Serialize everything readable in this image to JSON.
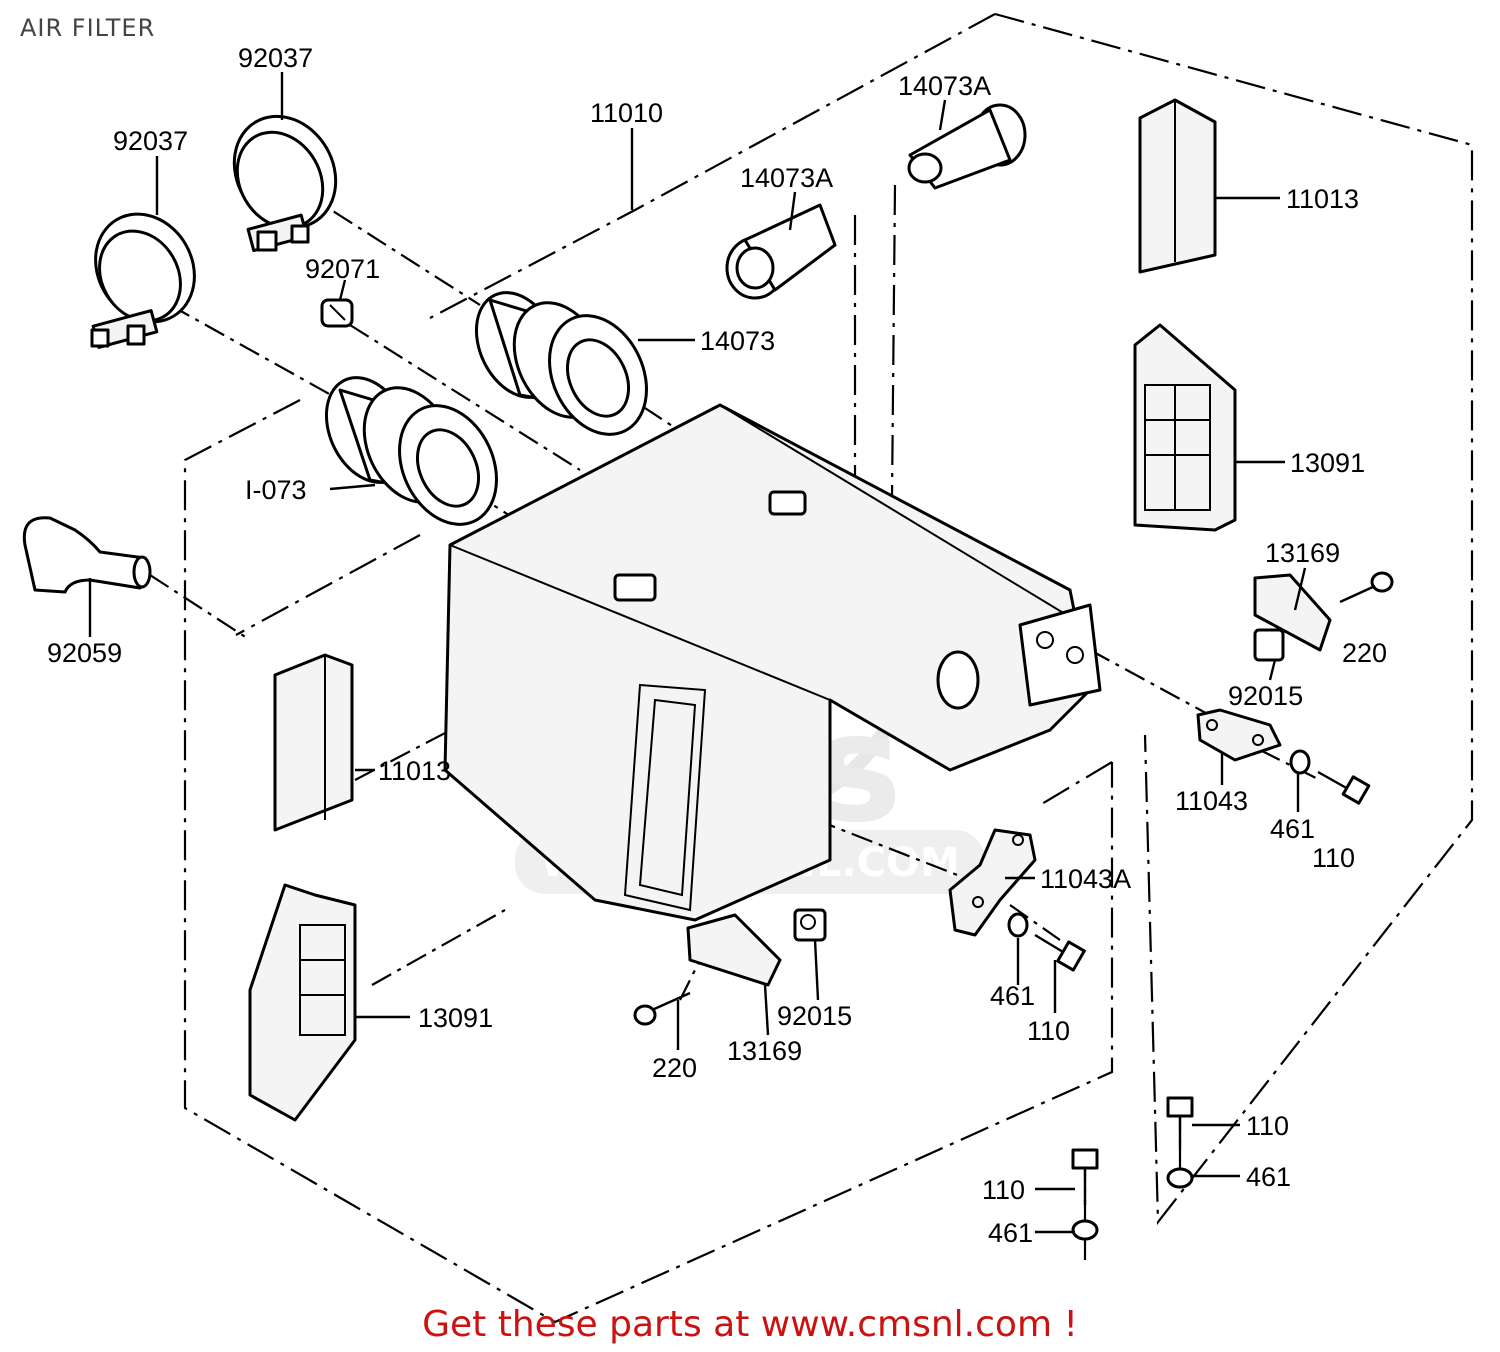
{
  "page": {
    "title": "AIR FILTER",
    "footer": "Get these parts at www.cmsnl.com !"
  },
  "watermark": {
    "text": "WWW.CMSNL.COM",
    "logo_text": "cms"
  },
  "callouts": [
    {
      "id": "c1",
      "label": "92037"
    },
    {
      "id": "c2",
      "label": "92037"
    },
    {
      "id": "c3",
      "label": "11010"
    },
    {
      "id": "c4",
      "label": "14073A"
    },
    {
      "id": "c5",
      "label": "14073A"
    },
    {
      "id": "c6",
      "label": "11013"
    },
    {
      "id": "c7",
      "label": "92071"
    },
    {
      "id": "c8",
      "label": "14073"
    },
    {
      "id": "c9",
      "label": "13091"
    },
    {
      "id": "c10",
      "label": "I-073"
    },
    {
      "id": "c11",
      "label": "13169"
    },
    {
      "id": "c12",
      "label": "220"
    },
    {
      "id": "c13",
      "label": "92059"
    },
    {
      "id": "c14",
      "label": "92015"
    },
    {
      "id": "c15",
      "label": "11013"
    },
    {
      "id": "c16",
      "label": "11043"
    },
    {
      "id": "c17",
      "label": "461"
    },
    {
      "id": "c18",
      "label": "110"
    },
    {
      "id": "c19",
      "label": "11043A"
    },
    {
      "id": "c20",
      "label": "13091"
    },
    {
      "id": "c21",
      "label": "92015"
    },
    {
      "id": "c22",
      "label": "461"
    },
    {
      "id": "c23",
      "label": "110"
    },
    {
      "id": "c24",
      "label": "220"
    },
    {
      "id": "c25",
      "label": "13169"
    },
    {
      "id": "c26",
      "label": "110"
    },
    {
      "id": "c27",
      "label": "461"
    },
    {
      "id": "c28",
      "label": "110"
    },
    {
      "id": "c29",
      "label": "461"
    }
  ]
}
